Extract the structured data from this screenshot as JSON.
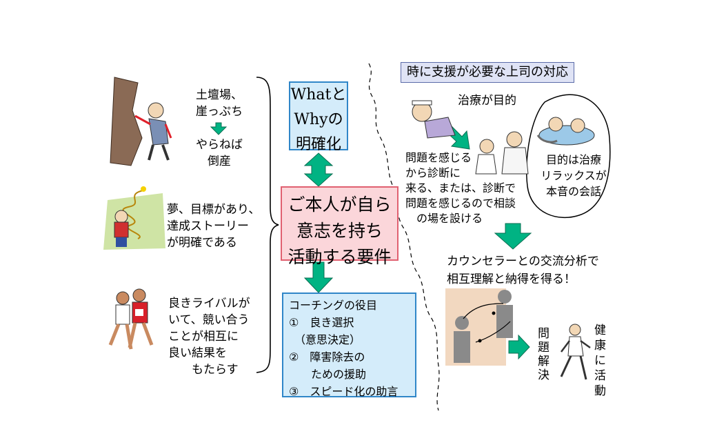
{
  "left": {
    "item1": "土壇場、\n崖っぷち",
    "item1_result": "やらねば\n倒産",
    "item2": "夢、目標があり、\n達成ストーリー\nが明確である",
    "item3": "良きライバルが\nいて、競い合う\nことが相互に\n良い結果を\n　　もたらす"
  },
  "center": {
    "what_why": "Whatと\nWhyの\n明確化",
    "requirements": "ご本人が自ら\n意志を持ち\n活動する要件",
    "coaching_title": "コーチングの役目",
    "coaching_items": [
      "①　良き選択",
      "　（意思決定）",
      "②　障害除去の",
      "　　ための援助",
      "③　スピード化の助言"
    ]
  },
  "right": {
    "title": "時に支援が必要な上司の対応",
    "treatment_purpose": "治療が目的",
    "consult_text": "問題を感じる\nから診断に\n来る、または、診断で\n問題を感じるので相談\n　の場を設ける",
    "onsen_text": "目的は治療\nリラックスが\n本音の会話",
    "counselor_text": "カウンセラーとの交流分析で\n相互理解と納得を得る！",
    "problem_solved": "問題解決",
    "active_health": "健康に活動"
  },
  "colors": {
    "arrow_fill": "#00b383",
    "box_blue_fill": "#d4ecfa",
    "box_blue_border": "#2f86c8",
    "box_pink_fill": "#fbd6da",
    "box_pink_border": "#e06070"
  },
  "icons": [
    "cliff-climber-icon",
    "goal-path-icon",
    "runners-icon",
    "sick-person-icon",
    "doctor-patient-icon",
    "onsen-bathers-icon",
    "counseling-figures-icon",
    "jogger-icon"
  ]
}
